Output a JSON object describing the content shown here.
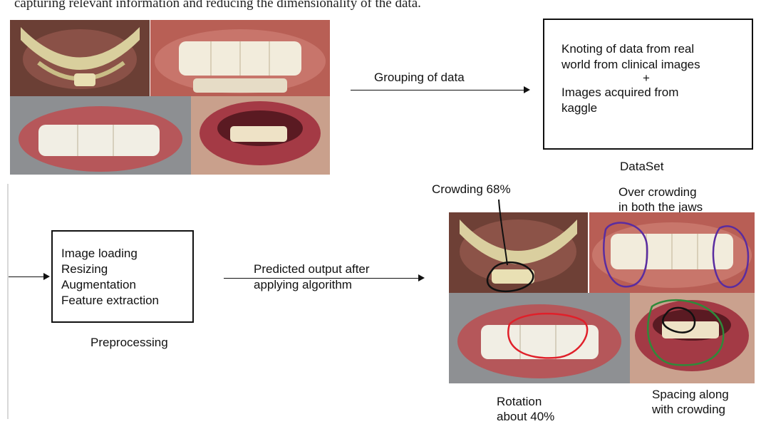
{
  "top_text": "capturing relevant information and reducing the dimensionality of the data.",
  "arrow_grouping_label": "Grouping of data",
  "dataset": {
    "box_lines": [
      "Knoting of data from real",
      "world from clinical images",
      "+",
      "Images acquired from",
      "kaggle"
    ],
    "caption": "DataSet"
  },
  "preprocessing": {
    "steps": [
      "Image loading",
      "Resizing",
      "Augmentation",
      "Feature extraction"
    ],
    "caption": "Preprocessing"
  },
  "arrow_predicted_label": [
    "Predicted output after",
    "applying algorithm"
  ],
  "annotations": {
    "crowding": "Crowding 68%",
    "over_crowding": [
      "Over crowding",
      "in both the jaws"
    ],
    "rotation": [
      "Rotation",
      "about 40%"
    ],
    "spacing": [
      "Spacing along",
      "with crowding"
    ]
  },
  "colors": {
    "black_mark": "#111111",
    "purple_mark": "#5a2ca0",
    "red_mark": "#e0202a",
    "green_mark": "#2f8a3a"
  }
}
